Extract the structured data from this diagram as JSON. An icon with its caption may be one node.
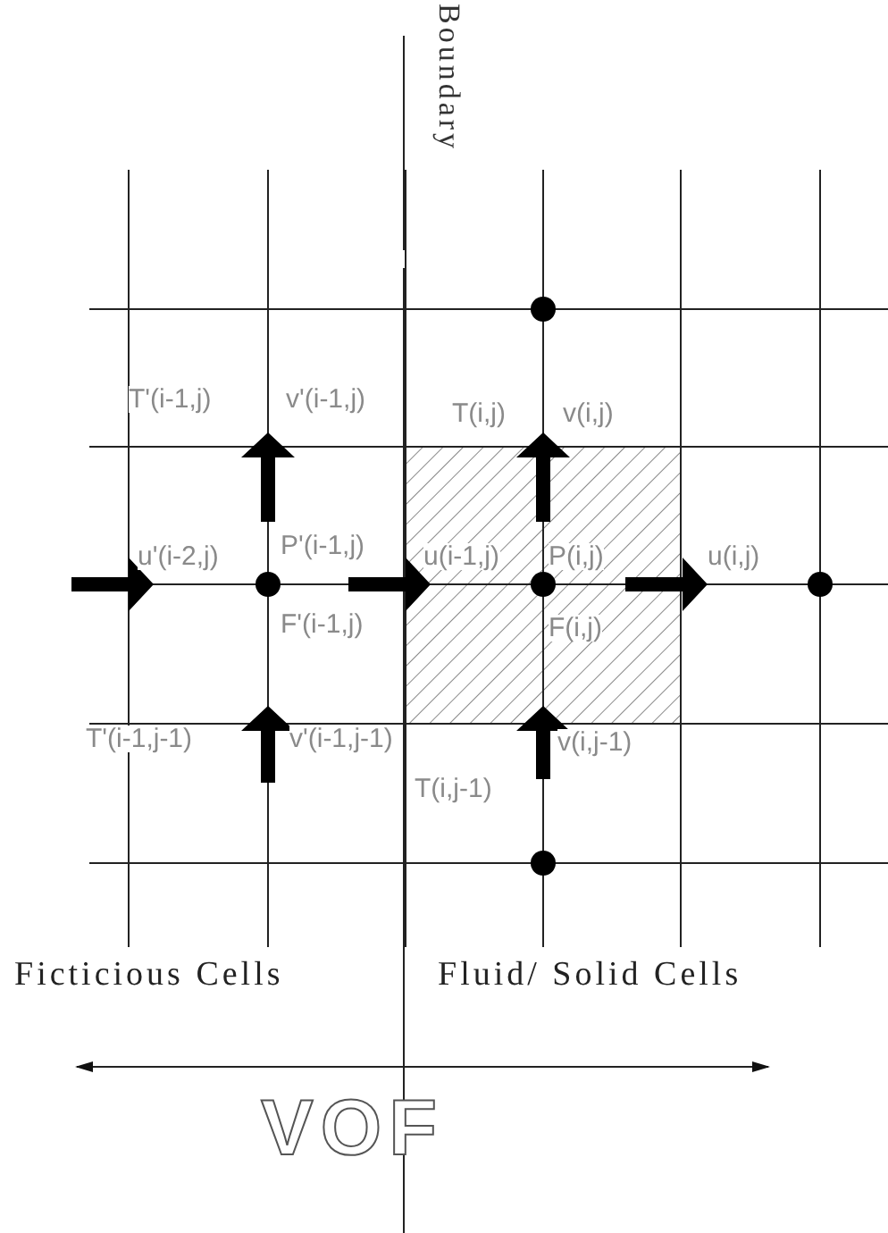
{
  "diagram": {
    "labels": [
      "Boundary",
      "T'(i-1,j)",
      "v'(i-1,j)",
      "T(i,j)",
      "v(i,j)",
      "u'(i-2,j)",
      "P'(i-1,j)",
      "u(i-1,j)",
      "P(i,j)",
      "u(i,j)",
      "F'(i-1,j)",
      "F(i,j)",
      "T'(i-1,j-1)",
      "v'(i-1,j-1)",
      "v(i,j-1)",
      "T(i,j-1)",
      "Ficticious Cells",
      "Fluid/ Solid Cells",
      "VOF"
    ]
  }
}
